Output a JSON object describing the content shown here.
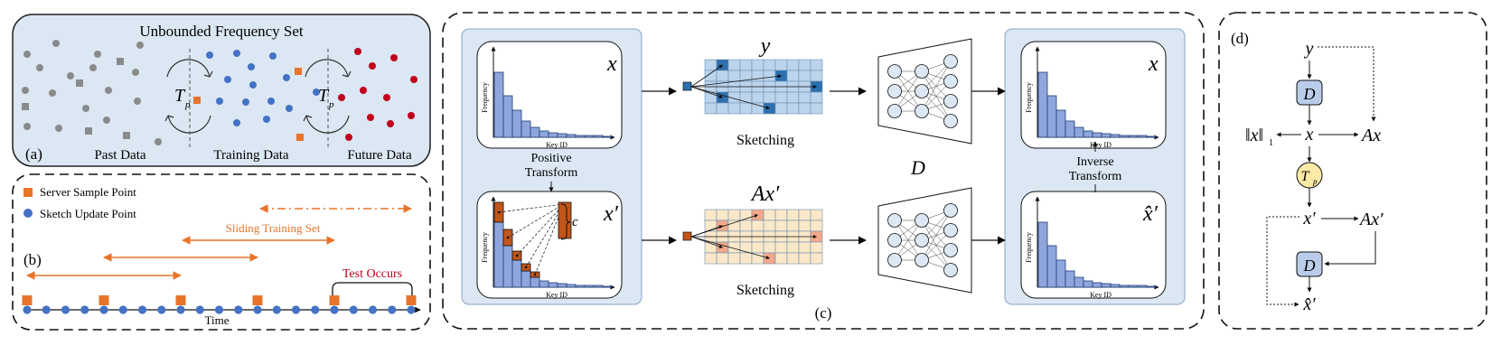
{
  "panel_a": {
    "title": "Unbounded Frequency Set",
    "label": "(a)",
    "past": "Past Data",
    "training": "Training Data",
    "future": "Future Data",
    "transform_symbol": "T",
    "transform_sub": "p"
  },
  "panel_b": {
    "label": "(b)",
    "legend_server": "Server Sample Point",
    "legend_sketch": "Sketch Update Point",
    "sliding": "Sliding Training Set",
    "test": "Test Occurs",
    "time": "Time"
  },
  "panel_c": {
    "label": "(c)",
    "x_symbol": "x",
    "xprime_symbol": "x′",
    "y_symbol": "y",
    "ax_prime_symbol": "Ax′",
    "decoder": "D",
    "c_label": "c",
    "xhat_prime_symbol": "x̂′",
    "frequency": "Frequency",
    "key_id": "Key ID",
    "positive_transform_1": "Positive",
    "positive_transform_2": "Transform",
    "inverse_transform_1": "Inverse",
    "inverse_transform_2": "Transform",
    "sketching_top": "Sketching",
    "sketching_bottom": "Sketching"
  },
  "panel_d": {
    "label": "(d)",
    "y": "y",
    "D_top": "D",
    "x": "x",
    "ax": "Ax",
    "norm": "‖x‖",
    "norm_sub": "1",
    "tp": "T",
    "tp_sub": "p",
    "xprime": "x′",
    "axprime": "Ax′",
    "D_bottom": "D",
    "xhat": "x̂′"
  },
  "colors": {
    "panel_blue": "#dbe7f3",
    "orange": "#e8742a",
    "dot_blue": "#4472c4",
    "dot_red": "#c0001a",
    "gray": "#8a8a8a",
    "bar_blue": "#8fa6dc",
    "bar_orange": "#c0561a",
    "grid_blue": "#bcd4ec",
    "grid_dark": "#2e6fae",
    "grid_yellow": "#fbe8c8",
    "grid_salmon": "#f2a98a",
    "tp_fill": "#fde9a6"
  }
}
